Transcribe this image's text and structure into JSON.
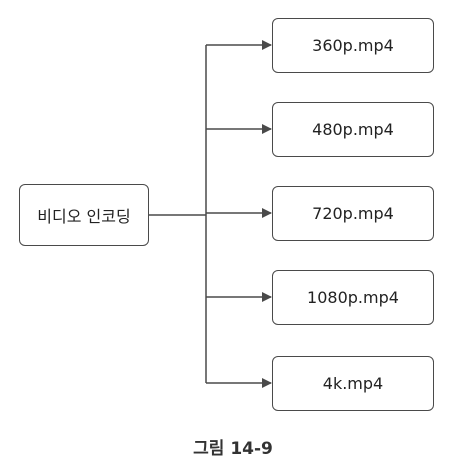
{
  "source": {
    "label": "비디오 인코딩"
  },
  "outputs": [
    {
      "label": "360p.mp4"
    },
    {
      "label": "480p.mp4"
    },
    {
      "label": "720p.mp4"
    },
    {
      "label": "1080p.mp4"
    },
    {
      "label": "4k.mp4"
    }
  ],
  "caption": "그림 14-9",
  "colors": {
    "line": "#4a4a4a",
    "border": "#4a4a4a",
    "text": "#222222"
  }
}
